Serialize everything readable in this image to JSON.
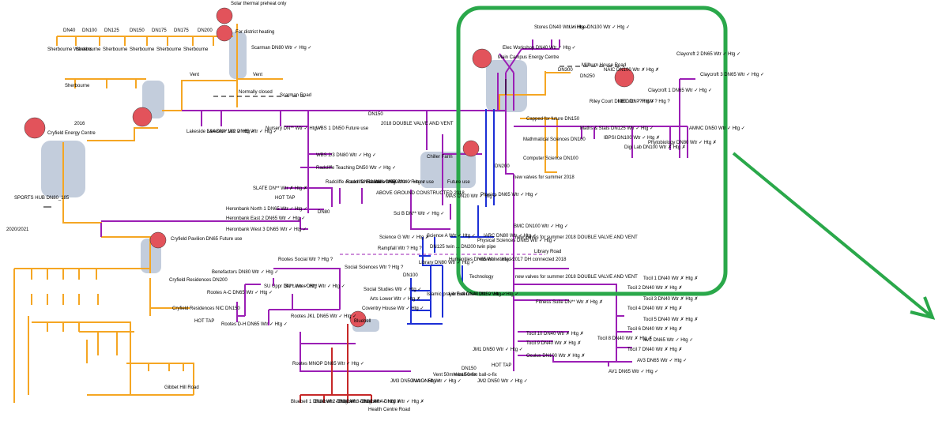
{
  "labels": [
    {
      "id": "solar",
      "text": "Solar thermal preheat only"
    },
    {
      "id": "dh",
      "text": "For district heating"
    },
    {
      "id": "dn40a",
      "text": "DN40"
    },
    {
      "id": "dn100a",
      "text": "DN100"
    },
    {
      "id": "dn125",
      "text": "DN125"
    },
    {
      "id": "dn150a",
      "text": "DN150"
    },
    {
      "id": "dn175",
      "text": "DN175"
    },
    {
      "id": "dn175b",
      "text": "DN175"
    },
    {
      "id": "dn200a",
      "text": "DN200"
    },
    {
      "id": "sw1",
      "text": "Sherbourne Wardens"
    },
    {
      "id": "sw2",
      "text": "Sherbourne"
    },
    {
      "id": "sw3",
      "text": "Sherbourne"
    },
    {
      "id": "sw4",
      "text": "Sherbourne"
    },
    {
      "id": "sw5",
      "text": "Sherbourne"
    },
    {
      "id": "sw6",
      "text": "Sherbourne"
    },
    {
      "id": "sw7",
      "text": "Sherbourne"
    },
    {
      "id": "scarman",
      "text": "Scarman DN80 Wtr ✓ Htg ✓"
    },
    {
      "id": "vent1",
      "text": "Vent"
    },
    {
      "id": "vent2",
      "text": "Vent"
    },
    {
      "id": "normclosed",
      "text": "Normally closed"
    },
    {
      "id": "scarmanrd",
      "text": "Scarman Road"
    },
    {
      "id": "y2016",
      "text": "2016"
    },
    {
      "id": "cryfieldec",
      "text": "Cryfield Energy Centre"
    },
    {
      "id": "dn150b",
      "text": "DN150"
    },
    {
      "id": "lakeside",
      "text": "Lakeside 3&4 DN** Wtr ✓ Htg ✓"
    },
    {
      "id": "lakeside12",
      "text": "Lakeside 1&2 DN65 Wtr ✓ Htg ✓"
    },
    {
      "id": "nursery",
      "text": "Nursery DN** Wtr ✓ Htg ✓"
    },
    {
      "id": "wbs1",
      "text": "WBS 1 DN50 Future use"
    },
    {
      "id": "dh2018",
      "text": "2018 DOUBLE VALVE AND VENT"
    },
    {
      "id": "wbs23",
      "text": "WBS 2/3 DN80 Wtr ✓ Htg ✓"
    },
    {
      "id": "radteach",
      "text": "Radcliffe Teaching DN50 Wtr ✓ Htg ✓"
    },
    {
      "id": "slate",
      "text": "SLATE DN** Wtr ✗ Htg ✗"
    },
    {
      "id": "hottap1",
      "text": "HOT TAP"
    },
    {
      "id": "radaccom",
      "text": "Radcliffe Accom DN50 Wtr ✓ Htg ✓"
    },
    {
      "id": "radfac",
      "text": "Radcliffe Facilities DN50 Wtr ✓ Htg ✓"
    },
    {
      "id": "radmba",
      "text": "Radcliffe MBA DN40 Future use"
    },
    {
      "id": "heron1",
      "text": "Heronbank North 1 DN65 Wtr ✓ Htg ✓"
    },
    {
      "id": "heron2",
      "text": "Heronbank East 2 DN65 Wtr ✓ Htg ✓"
    },
    {
      "id": "heron3",
      "text": "Heronbank West 3 DN65 Wtr ✓ Htg ✓"
    },
    {
      "id": "sportshub",
      "text": "SPORTS HUB DN80_185"
    },
    {
      "id": "y2020",
      "text": "2020/2021"
    },
    {
      "id": "cryfpav",
      "text": "Cryfield Pavilion DN65 Future use"
    },
    {
      "id": "cryfres",
      "text": "Cryfield Residences DN200"
    },
    {
      "id": "cryfres2",
      "text": "Cryfield Residences NIC DN150"
    },
    {
      "id": "hottap2",
      "text": "HOT TAP"
    },
    {
      "id": "gibbet",
      "text": "Gibbet Hill Road"
    },
    {
      "id": "rootessocial",
      "text": "Rootes Social Wtr ? Htg ?"
    },
    {
      "id": "benef",
      "text": "Benefactors DN80 Wtr ✓ Htg ✓"
    },
    {
      "id": "rootesac",
      "text": "Rootes A-C DN65 Wtr ✓ Htg ✓"
    },
    {
      "id": "suuppr",
      "text": "SU Uppr DN** Wtr ✓ Htg ✓"
    },
    {
      "id": "sulower",
      "text": "SU Lower DN** Wtr ✓ Htg ✓"
    },
    {
      "id": "rootesdh",
      "text": "Rootes D-H DN65 Wtr ✓ Htg ✓"
    },
    {
      "id": "rootesjkl",
      "text": "Rootes JKL DN65 Wtr ✓ Htg ✓"
    },
    {
      "id": "rootesmnop",
      "text": "Rootes MNOP DN65 Wtr ✓ Htg ✓"
    },
    {
      "id": "bluebell",
      "text": "Bluebell"
    },
    {
      "id": "bb1",
      "text": "Bluebell 1 DN80 Wtr ✓ Htg ✗"
    },
    {
      "id": "bb2",
      "text": "Bluebell 2 DN80 Wtr ✓ Htg ✗"
    },
    {
      "id": "bb3",
      "text": "Bluebell 3 DN80 Wtr ✓ Htg ✗"
    },
    {
      "id": "bb4",
      "text": "Bluebell 4 DN80 Wtr ✓ Htg ✗"
    },
    {
      "id": "hcroad",
      "text": "Health Centre Road"
    },
    {
      "id": "jm3",
      "text": "JM3 DN50 Wtr ✓ Htg ✓"
    },
    {
      "id": "jm4",
      "text": "JM4 DN50 Wtr ✓ Htg ✓"
    },
    {
      "id": "vent50",
      "text": "Vent 50mm ball-o-fix"
    },
    {
      "id": "vent50b",
      "text": "Vent 50mm ball-o-fix"
    },
    {
      "id": "jm2",
      "text": "JM2 DN50 Wtr ✓ Htg ✓"
    },
    {
      "id": "jm1",
      "text": "JM1 DN50 Wtr ✓ Htg ✓"
    },
    {
      "id": "hottap3",
      "text": "HOT TAP"
    },
    {
      "id": "chiller",
      "text": "Chiller Farm"
    },
    {
      "id": "future",
      "text": "Future use"
    },
    {
      "id": "aboveground",
      "text": "ABOVE GROUND CONSTRUCTED 2018"
    },
    {
      "id": "scib",
      "text": "Sci B DN** Wtr ✓ Htg ✓"
    },
    {
      "id": "mas",
      "text": "MAS DN20 Wtr ✓ Htg ✓"
    },
    {
      "id": "physics",
      "text": "Physics DN65 Wtr ✓ Htg ✓"
    },
    {
      "id": "newvalves1",
      "text": "new valves for summer 2018"
    },
    {
      "id": "physsci",
      "text": "Physical Sciences DN65 Wtr ✓ Htg ✓"
    },
    {
      "id": "scienceg",
      "text": "Science G Wtr ✓ Htg ✗"
    },
    {
      "id": "sciencea",
      "text": "Science A Wtr ✓ Htg ✓"
    },
    {
      "id": "rampfall",
      "text": "Rampfall Wtr ? Htg ?"
    },
    {
      "id": "dn125tw",
      "text": "DN125 twin ... DN200 twin pipe"
    },
    {
      "id": "bmc",
      "text": "BMC DN100 Wtr ✓ Htg ✓"
    },
    {
      "id": "iarc",
      "text": "IARC DN80 Wtr ✓ Htg ✓"
    },
    {
      "id": "newvalves2",
      "text": "new valves for summer 2018 DOUBLE VALVE AND VENT"
    },
    {
      "id": "libraryrd",
      "text": "Library Road"
    },
    {
      "id": "socsci",
      "text": "Social Sciences Wtr ? Htg ?"
    },
    {
      "id": "library",
      "text": "Library DN80 Wtr ✓ Htg ✓"
    },
    {
      "id": "humanities",
      "text": "Humanities DN65 Wtr ✓ Htg ✓"
    },
    {
      "id": "valves2017",
      "text": "valves installed 2017 DH connected 2018"
    },
    {
      "id": "technology",
      "text": "Technology"
    },
    {
      "id": "newvalves3",
      "text": "new valves for summer 2018 DOUBLE VALVE AND VENT"
    },
    {
      "id": "socstud",
      "text": "Social Studies Wtr ✓ Htg ✓"
    },
    {
      "id": "artslower",
      "text": "Arts Lower Wtr ✓ Htg ✗"
    },
    {
      "id": "islamic",
      "text": "Islamic prayer hall DN40 Wtr ✓ Htg ✓"
    },
    {
      "id": "libext",
      "text": "Lib Extension DN50 Wtr ✓ Htg ✓"
    },
    {
      "id": "coventry",
      "text": "Coventry House Wtr ✓ Htg ✓"
    },
    {
      "id": "dn100b",
      "text": "DN100"
    },
    {
      "id": "fitness",
      "text": "Fitness Suite DN** Wtr ✗ Htg ✗"
    },
    {
      "id": "tocil10",
      "text": "Tocil 10 DN40 Wtr ✗ Htg ✗"
    },
    {
      "id": "tocil9",
      "text": "Tocil 9 DN40 Wtr ✗ Htg ✗"
    },
    {
      "id": "oculus",
      "text": "Oculus DN100 Wtr ✗ Htg ✗"
    },
    {
      "id": "tocil1",
      "text": "Tocil 1 DN40 Wtr ✗ Htg ✗"
    },
    {
      "id": "tocil2",
      "text": "Tocil 2 DN40 Wtr ✗ Htg ✗"
    },
    {
      "id": "tocil3",
      "text": "Tocil 3 DN40 Wtr ✗ Htg ✗"
    },
    {
      "id": "tocil4",
      "text": "Tocil 4 DN40 Wtr ✗ Htg ✗"
    },
    {
      "id": "tocil5",
      "text": "Tocil 5 DN40 Wtr ✗ Htg ✗"
    },
    {
      "id": "tocil6",
      "text": "Tocil 6 DN40 Wtr ✗ Htg ✗"
    },
    {
      "id": "tocil7",
      "text": "Tocil 7 DN40 Wtr ✗ Htg ✗"
    },
    {
      "id": "tocil8",
      "text": "Tocil 8 DN40 Wtr ✗ Htg ✗"
    },
    {
      "id": "av2",
      "text": "AV2 DN65 Wtr ✓ Htg ✓"
    },
    {
      "id": "av3",
      "text": "AV3 DN65 Wtr ✓ Htg ✓"
    },
    {
      "id": "av1",
      "text": "AV1 DN65 Wtr ✓ Htg ✓"
    },
    {
      "id": "elecws",
      "text": "Elec Workshop DN40 Wtr ✓ Htg ✓"
    },
    {
      "id": "stores",
      "text": "Stores DN40 Wtr ✓ Htg ✓"
    },
    {
      "id": "unihse",
      "text": "Uni Hse DN100 Wtr ✓ Htg ✓"
    },
    {
      "id": "mainec",
      "text": "Main Campus Energy Centre"
    },
    {
      "id": "millburn",
      "text": "Millburn House Road"
    },
    {
      "id": "dn300",
      "text": "DN300"
    },
    {
      "id": "naic",
      "text": "NAIC DN100 Wtr ✗ Htg ✗"
    },
    {
      "id": "dn250",
      "text": "DN250"
    },
    {
      "id": "riley",
      "text": "Riley Court DN80 Wtr ✓ Htg ✗"
    },
    {
      "id": "mec",
      "text": "MEC DN??? Wtr ? Htg ?"
    },
    {
      "id": "capped",
      "text": "Capped for future DN150"
    },
    {
      "id": "maths",
      "text": "Maths & Stats DN125 Wtr ✓ Htg ✓"
    },
    {
      "id": "ibpsi",
      "text": "IBPSI DN100 Wtr ✓ Htg ✗"
    },
    {
      "id": "digilab",
      "text": "Digi Lab DN100 Wtr ✗ Htg ✗"
    },
    {
      "id": "mathsci",
      "text": "Mathmatical Sciences DN100"
    },
    {
      "id": "compsci",
      "text": "Computer Science DN100"
    },
    {
      "id": "phytobio",
      "text": "Phytobiology DN80 Wtr ✓ Htg ✗"
    },
    {
      "id": "claycroft2",
      "text": "Claycroft 2 DN65 Wtr ✓ Htg ✓"
    },
    {
      "id": "claycroft3",
      "text": "Claycroft 3 DN65 Wtr ✓ Htg ✓"
    },
    {
      "id": "claycroft1",
      "text": "Claycroft 1 DN65 Wtr ✓ Htg ✓"
    },
    {
      "id": "ammc",
      "text": "AMMC DN50 Wtr ✓ Htg ✓"
    },
    {
      "id": "dn200b",
      "text": "DN200"
    },
    {
      "id": "dn80",
      "text": "DN80"
    },
    {
      "id": "dn150c",
      "text": "DN150"
    }
  ],
  "colors": {
    "orange": "#f5a623",
    "purple": "#9b1fb5",
    "blue": "#1c2fd6",
    "red": "#c62828",
    "energy_centre_fill": "#e2535b",
    "plant_box": "#b7c3d6",
    "highlight_box": "#2aa84a",
    "arrow": "#2aa84a"
  }
}
